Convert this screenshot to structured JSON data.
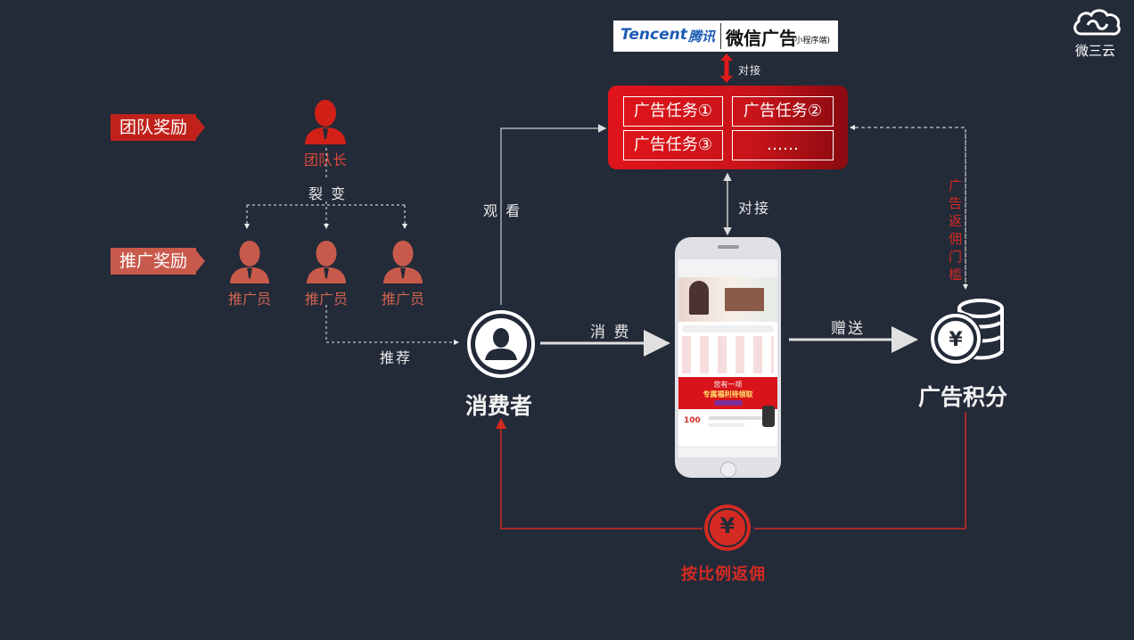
{
  "header": {
    "tencent_text": "Tencent",
    "tencent_cn": "腾讯",
    "wechat_ads": "微信广告",
    "wechat_ads_sub": "(小程序端)",
    "brand": "微三云"
  },
  "labels": {
    "team_reward": "团队奖励",
    "promo_reward": "推广奖励",
    "team_leader": "团队长",
    "fission": "裂 变",
    "promoter": "推广员",
    "recommend": "推荐",
    "watch": "观 看",
    "consume": "消 费",
    "consumer": "消费者",
    "dock_top": "对接",
    "dock_mid": "对接",
    "gift": "赠送",
    "ad_points": "广告积分",
    "threshold": "广 告 返 佣 门 槛",
    "rebate": "按比例返佣",
    "yen": "¥"
  },
  "tasks": [
    {
      "label": "广告任务①"
    },
    {
      "label": "广告任务②"
    },
    {
      "label": "广告任务③"
    },
    {
      "label": "……"
    }
  ],
  "phone": {
    "banner_line1": "您有一项",
    "banner_line2": "专属福利待领取",
    "price": "100"
  },
  "colors": {
    "background": "#232a38",
    "red": "#d52a22",
    "task_panel": "#e0141a",
    "promo": "#c85a4c"
  }
}
